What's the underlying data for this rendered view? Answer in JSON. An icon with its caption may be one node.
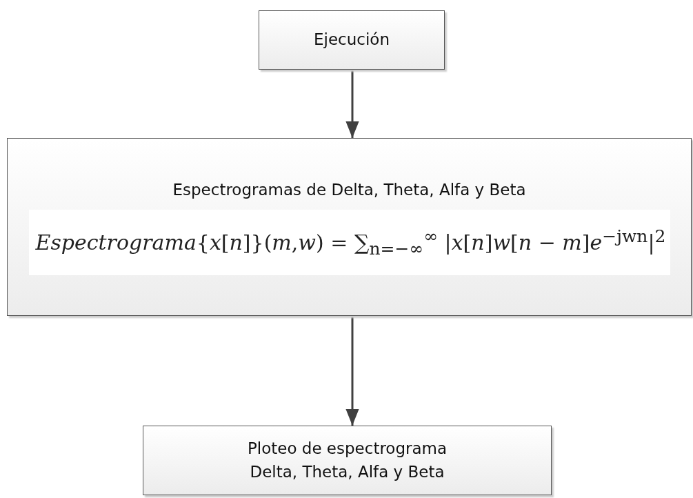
{
  "diagram": {
    "nodes": [
      {
        "text": [
          "Ejecución"
        ]
      },
      {
        "text": [
          "Espectrogramas de Delta, Theta, Alfa y Beta",
          "*Espectrograma*{*x*[*n*]}(*m*,*w*) = ∑$_{n=−∞}$$^{∞}$ |*x*[*n*]*w*[*n* − *m*]*e*$^{−jwn}$|$^{2}$"
        ]
      },
      {
        "text": [
          "Ploteo de espectrograma Delta, Theta, Alfa y Beta"
        ]
      }
    ],
    "edges": [
      {
        "from": 0,
        "to": 1,
        "arrow": "to"
      },
      {
        "from": 1,
        "to": 2,
        "arrow": "to"
      }
    ]
  }
}
